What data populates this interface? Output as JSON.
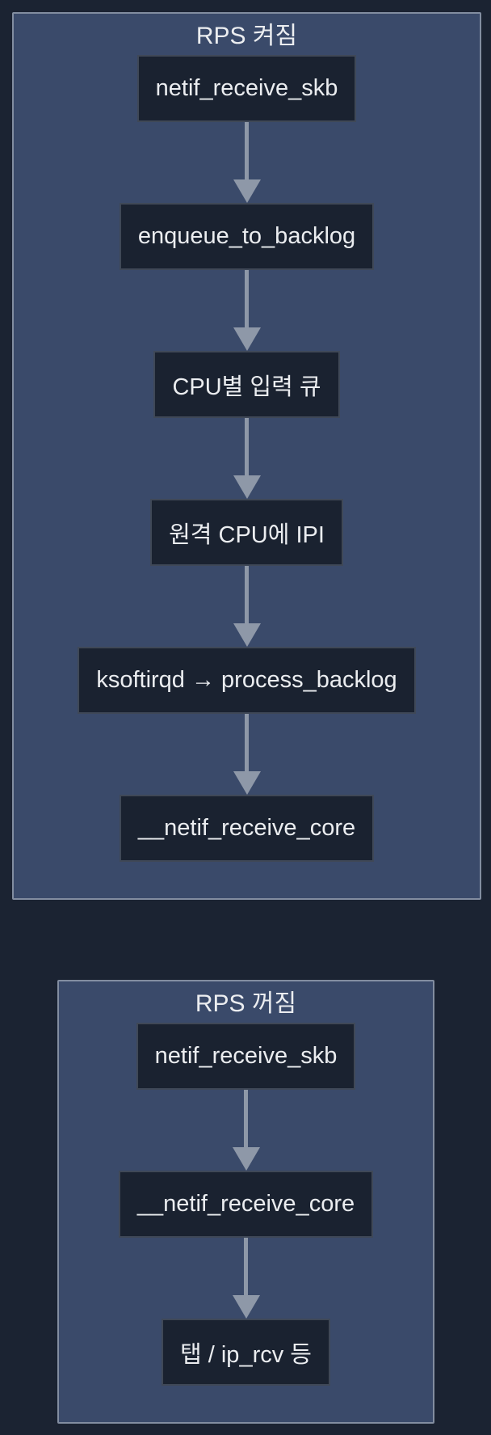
{
  "theme": {
    "page_bg": "#1b2332",
    "group_bg": "#3a4a6a",
    "group_border": "#828da0",
    "node_bg": "#1a2230",
    "node_border": "#3f4857",
    "text": "#ebedf0",
    "arrow": "#8e98a8"
  },
  "diagram": {
    "type": "flowchart",
    "direction": "top-down",
    "groups": [
      {
        "title": "RPS 켜짐",
        "nodes": [
          {
            "label": "netif_receive_skb"
          },
          {
            "label": "enqueue_to_backlog"
          },
          {
            "label": "CPU별 입력 큐"
          },
          {
            "label": "원격 CPU에 IPI"
          },
          {
            "label": "ksoftirqd → process_backlog"
          },
          {
            "label": "__netif_receive_core"
          }
        ]
      },
      {
        "title": "RPS 꺼짐",
        "nodes": [
          {
            "label": "netif_receive_skb"
          },
          {
            "label": "__netif_receive_core"
          },
          {
            "label": "탭 / ip_rcv 등"
          }
        ]
      }
    ]
  }
}
